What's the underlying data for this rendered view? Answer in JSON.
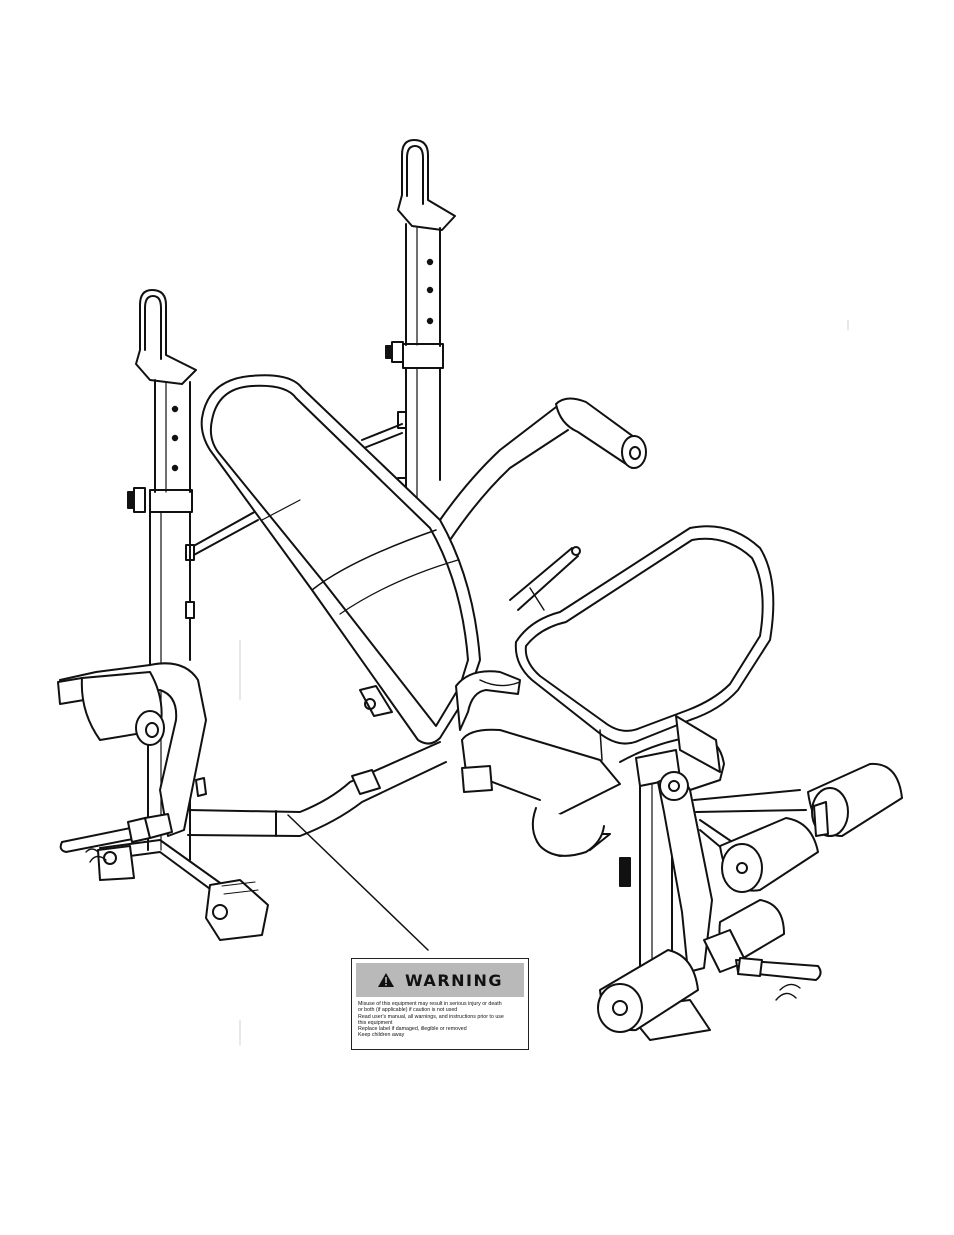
{
  "warning_label": {
    "title": "WARNING",
    "lines": [
      "Misuse of this equipment may result in serious injury or death",
      "or both (if applicable) if caution is not used",
      "Read user's manual, all warnings, and instructions prior to use",
      "this equipment",
      "Replace label if damaged, illegible or removed",
      "Keep children away"
    ],
    "header_color": "#b9b9b9"
  },
  "drawing": {
    "subject": "weight bench with squat racks, incline back pad, seat pad, leg developer and preacher curl attachment",
    "line_color": "#111111",
    "pad_color": "#ffffff"
  }
}
